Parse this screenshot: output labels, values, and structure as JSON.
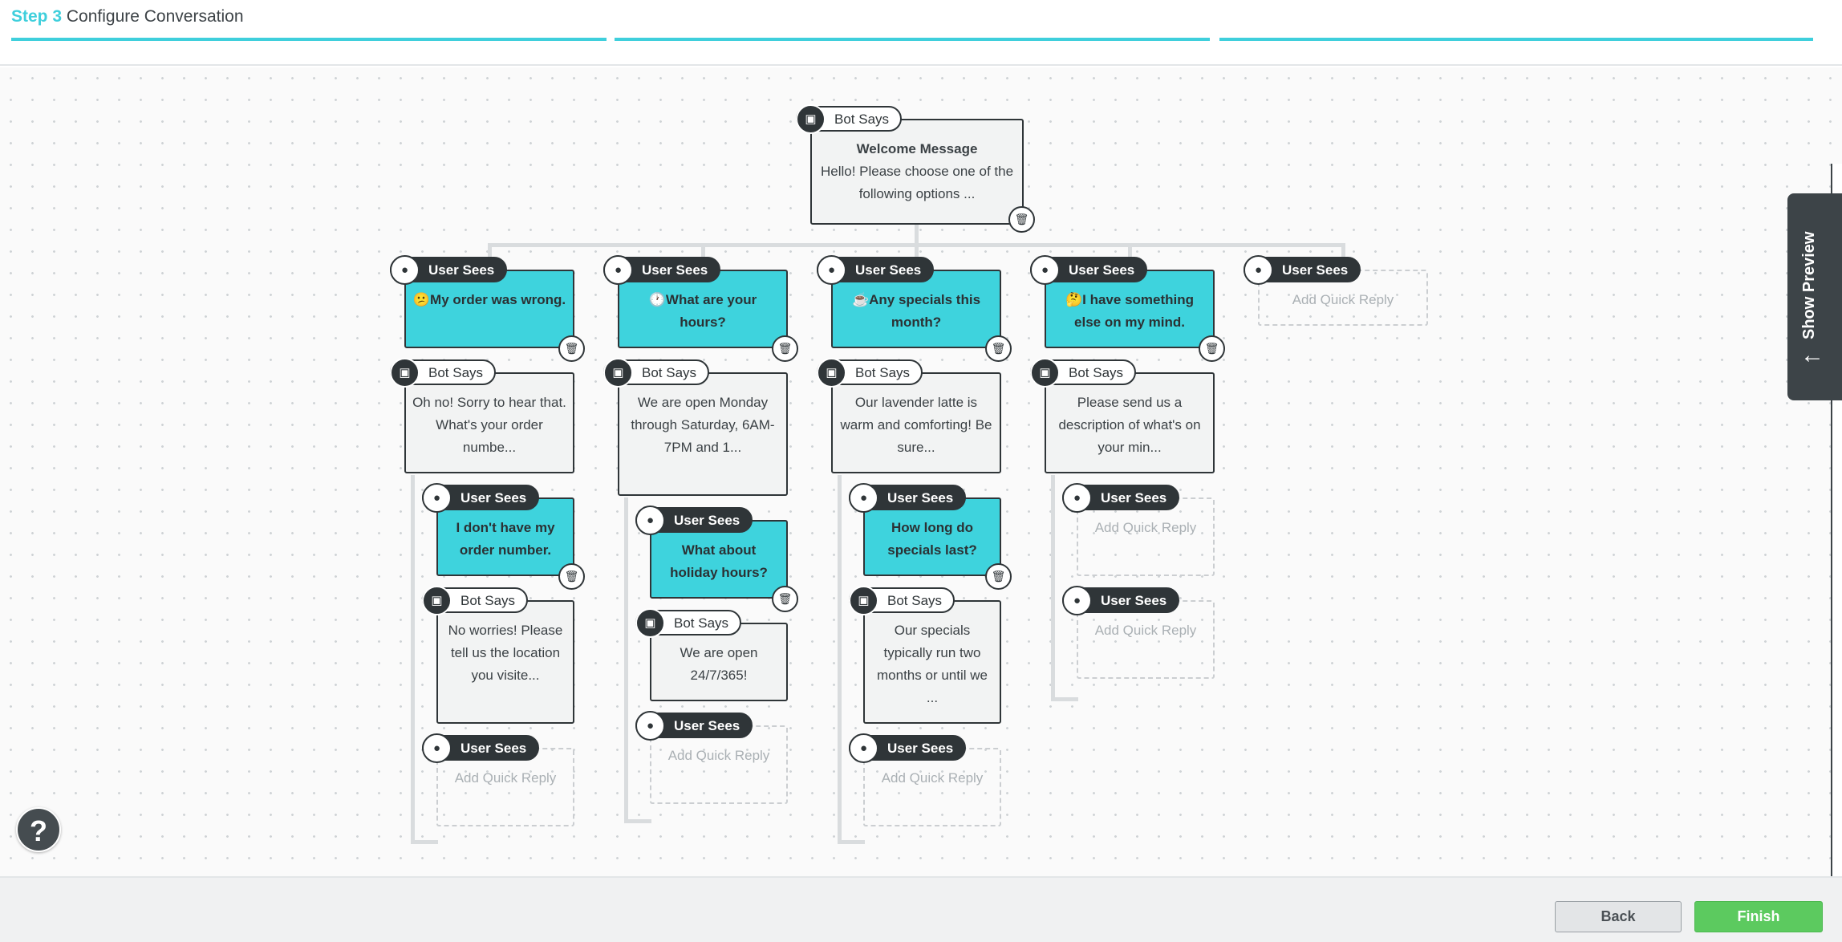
{
  "header": {
    "step_label": "Step 3",
    "step_title": "Configure Conversation"
  },
  "footer": {
    "back_label": "Back",
    "finish_label": "Finish"
  },
  "help": {
    "label": "?"
  },
  "preview": {
    "label": "Show Preview",
    "arrow": "←"
  },
  "badges": {
    "bot": "Bot Says",
    "user": "User Sees"
  },
  "root": {
    "title": "Welcome Message",
    "text": "Hello! Please choose one of the following options ..."
  },
  "branches": [
    {
      "reply": "😕My order was wrong.",
      "bot": "Oh no! Sorry to hear that. What's your order numbe...",
      "sub_reply": "I don't have my order number.",
      "sub_bot": "No worries! Please tell us the location you visite...",
      "add": "Add Quick Reply"
    },
    {
      "reply": "🕐What are your hours?",
      "bot": "We are open Monday through Saturday, 6AM-7PM and 1...",
      "sub_reply": "What about holiday hours?",
      "sub_bot": "We are open 24/7/365!",
      "add": "Add Quick Reply"
    },
    {
      "reply": "☕Any specials this month?",
      "bot": "Our lavender latte is warm and comforting! Be sure...",
      "sub_reply": "How long do specials last?",
      "sub_bot": "Our specials typically run two months or until we ...",
      "add": "Add Quick Reply"
    },
    {
      "reply": "🤔I have something else on my mind.",
      "bot": "Please send us a description of what's on your min...",
      "add_1": "Add Quick Reply",
      "add_2": "Add Quick Reply"
    }
  ],
  "root_add": "Add Quick Reply",
  "icons": {
    "bot": "robot-icon",
    "user": "user-icon",
    "trash": "trash-icon",
    "help": "question-icon",
    "preview_arrow": "arrow-left-icon"
  },
  "colors": {
    "accent": "#3fcfdc",
    "user_card": "#3ed3dd",
    "dark": "#2f3538",
    "finish": "#5cca5f"
  }
}
